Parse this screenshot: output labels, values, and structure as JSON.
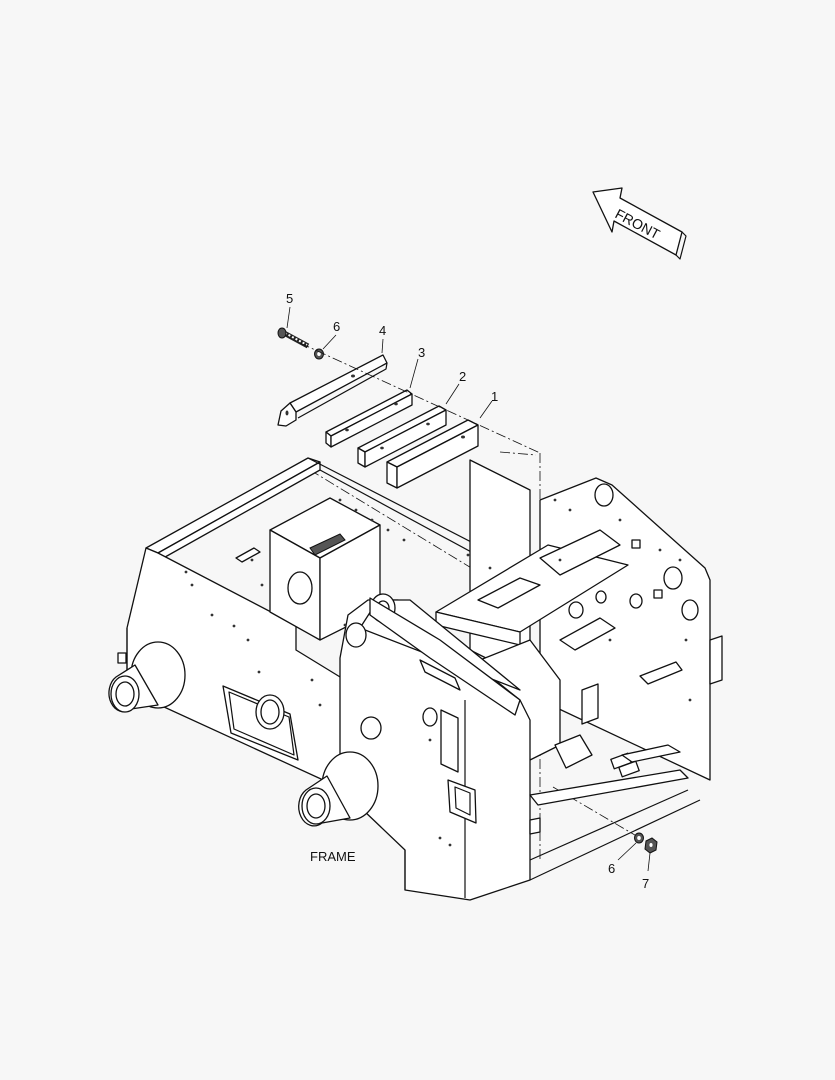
{
  "diagram": {
    "frame_label": "FRAME",
    "front_arrow_label": "FRONT",
    "callouts": [
      "1",
      "2",
      "3",
      "4",
      "5",
      "6",
      "6",
      "7"
    ]
  },
  "colors": {
    "background": "#f7f7f7",
    "line": "#111111"
  }
}
